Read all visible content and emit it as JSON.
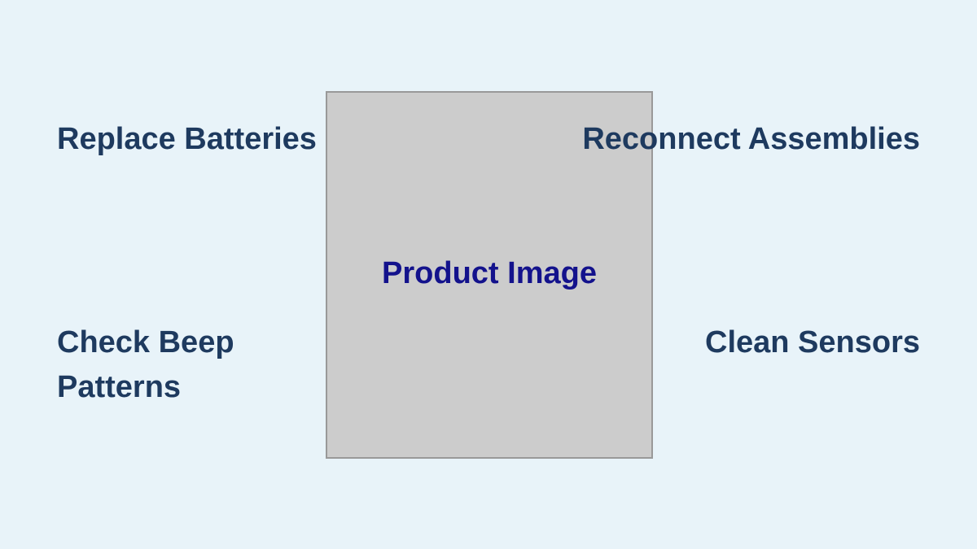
{
  "product": {
    "label": "Product Image"
  },
  "features": {
    "top_left": "Replace Batteries",
    "top_right": "Reconnect Assemblies",
    "bottom_left": "Check Beep Patterns",
    "bottom_right": "Clean Sensors"
  },
  "colors": {
    "background": "#e8f3f9",
    "feature_text": "#1e3a5f",
    "product_text": "#13128c",
    "product_fill": "#cccccc",
    "product_border": "#999999"
  }
}
